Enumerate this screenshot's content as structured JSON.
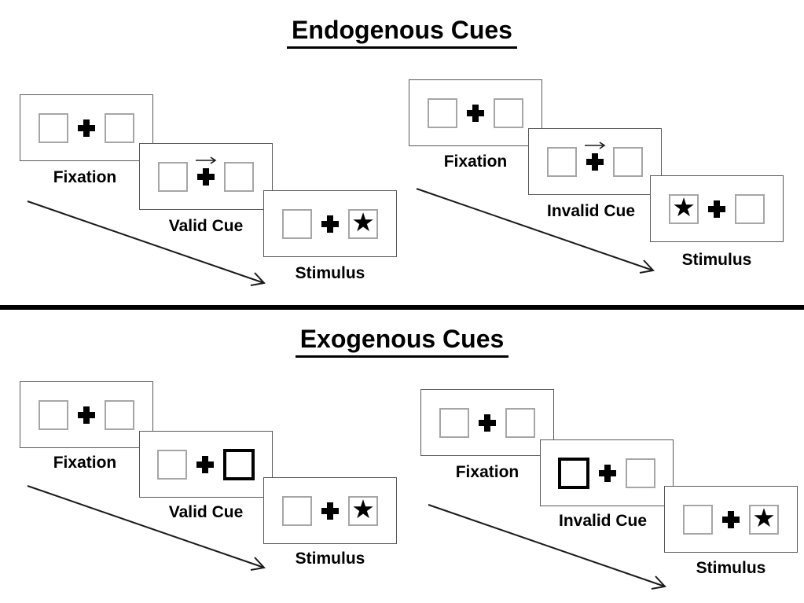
{
  "diagram": {
    "star_glyph": "★",
    "colors": {
      "background": "#ffffff",
      "panel_border": "#595959",
      "box_border": "#a6a6a6",
      "cue_highlight_border": "#000000",
      "text": "#000000",
      "divider": "#000000"
    },
    "sections": [
      {
        "title": "Endogenous Cues",
        "groups": [
          {
            "trial_type": "valid",
            "cue_description": "central arrow above fixation cross pointing right",
            "panels": [
              {
                "label": "Fixation",
                "left_box": "empty",
                "right_box": "empty"
              },
              {
                "label": "Valid Cue",
                "left_box": "empty",
                "right_box": "empty",
                "cue": "arrow-right"
              },
              {
                "label": "Stimulus",
                "left_box": "empty",
                "right_box": "star"
              }
            ]
          },
          {
            "trial_type": "invalid",
            "cue_description": "central arrow above fixation cross pointing right",
            "panels": [
              {
                "label": "Fixation",
                "left_box": "empty",
                "right_box": "empty"
              },
              {
                "label": "Invalid Cue",
                "left_box": "empty",
                "right_box": "empty",
                "cue": "arrow-right"
              },
              {
                "label": "Stimulus",
                "left_box": "star",
                "right_box": "empty"
              }
            ]
          }
        ]
      },
      {
        "title": "Exogenous Cues",
        "groups": [
          {
            "trial_type": "valid",
            "cue_description": "right peripheral box highlighted with thick border",
            "panels": [
              {
                "label": "Fixation",
                "left_box": "empty",
                "right_box": "empty"
              },
              {
                "label": "Valid Cue",
                "left_box": "empty",
                "right_box": "highlighted"
              },
              {
                "label": "Stimulus",
                "left_box": "empty",
                "right_box": "star"
              }
            ]
          },
          {
            "trial_type": "invalid",
            "cue_description": "left peripheral box highlighted with thick border",
            "panels": [
              {
                "label": "Fixation",
                "left_box": "empty",
                "right_box": "empty"
              },
              {
                "label": "Invalid Cue",
                "left_box": "highlighted",
                "right_box": "empty"
              },
              {
                "label": "Stimulus",
                "left_box": "empty",
                "right_box": "star"
              }
            ]
          }
        ]
      }
    ]
  }
}
